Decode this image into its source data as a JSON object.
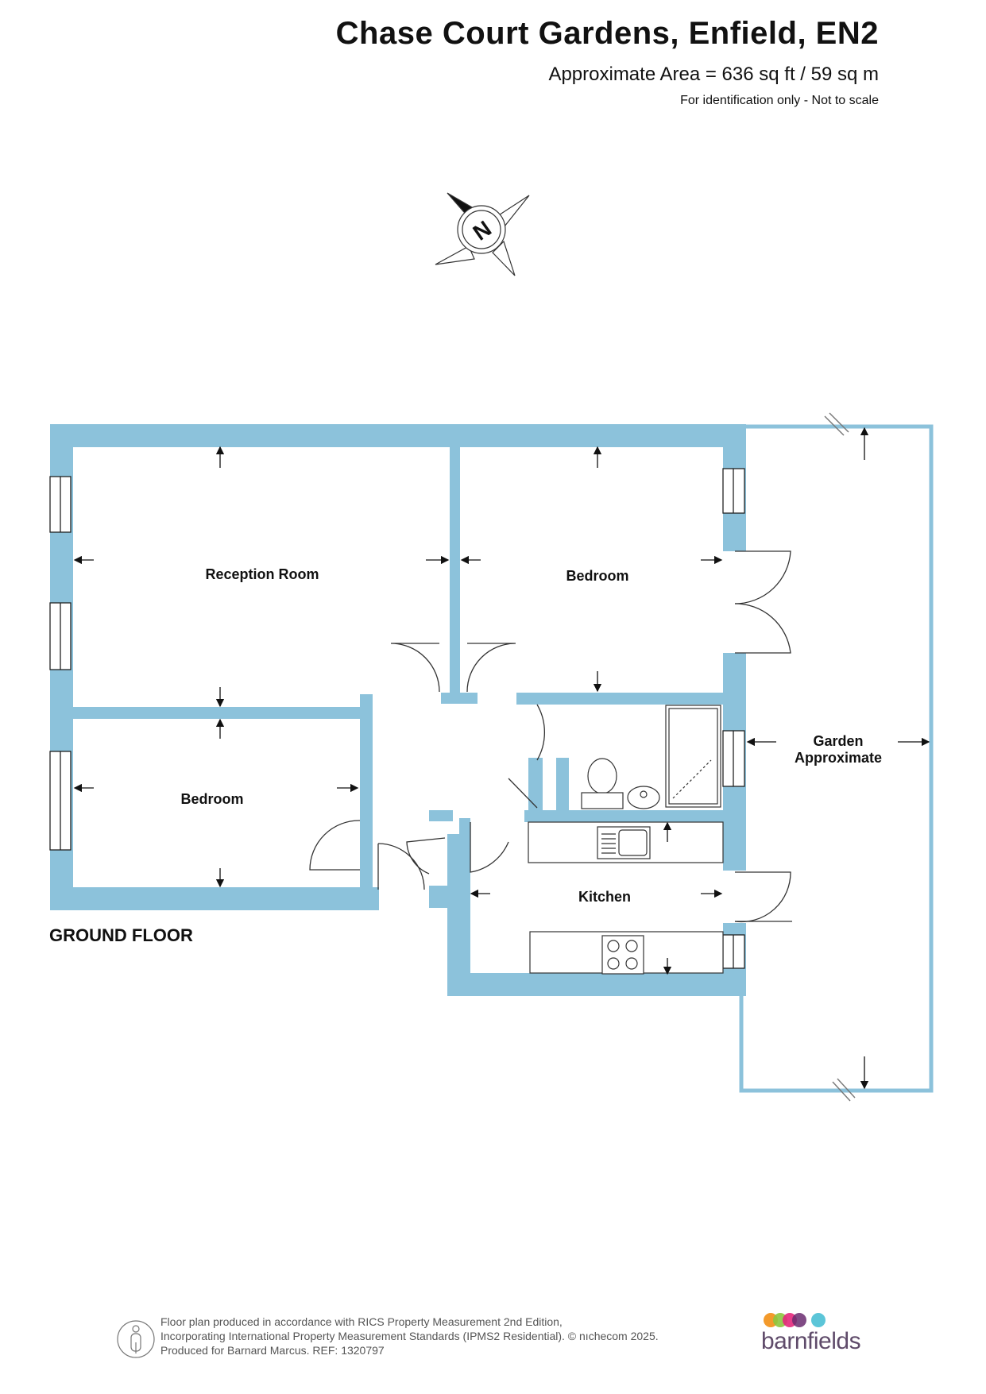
{
  "header": {
    "title": "Chase Court Gardens, Enfield, EN2",
    "area": "Approximate Area = 636 sq ft / 59 sq m",
    "note": "For identification only - Not to scale"
  },
  "compass": {
    "label": "N"
  },
  "rooms": {
    "reception": "Reception Room",
    "bedroom1": "Bedroom",
    "bedroom2": "Bedroom",
    "kitchen": "Kitchen",
    "garden_line1": "Garden",
    "garden_line2": "Approximate"
  },
  "floor_label": "GROUND FLOOR",
  "footer": {
    "line1": "Floor plan produced in accordance with RICS Property Measurement 2nd Edition,",
    "line2": "Incorporating International Property Measurement Standards (IPMS2 Residential).   © nıchecom 2025.",
    "line3": "Produced for Barnard Marcus.   REF:  1320797"
  },
  "brand": {
    "name": "barnfields"
  },
  "colors": {
    "wall": "#8cc2db",
    "dot1": "#f39a2b",
    "dot2": "#8cc63f",
    "dot3": "#e4287c",
    "dot4": "#6a2c70",
    "dot5": "#5bc5d8"
  }
}
